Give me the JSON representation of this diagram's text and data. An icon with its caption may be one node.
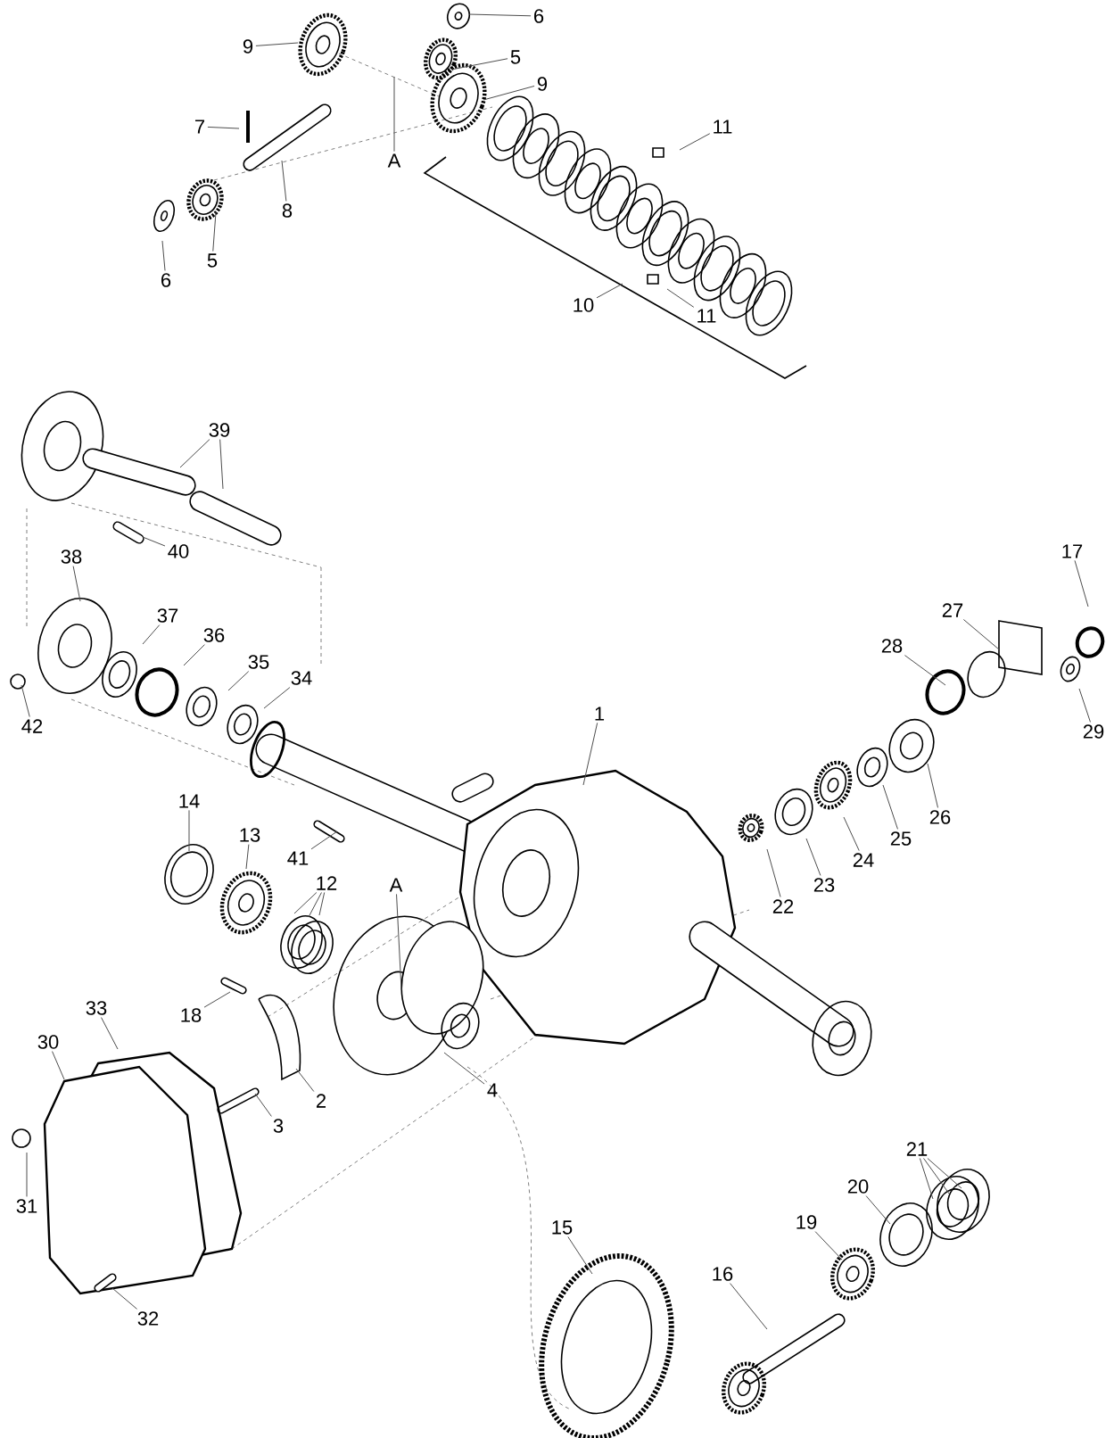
{
  "diagram": {
    "nodes": [
      {
        "text": [
          "9"
        ]
      },
      {
        "text": [
          "6"
        ]
      },
      {
        "text": [
          "5"
        ]
      },
      {
        "text": [
          "9"
        ]
      },
      {
        "text": [
          "7"
        ]
      },
      {
        "text": [
          "11"
        ]
      },
      {
        "text": [
          "A"
        ]
      },
      {
        "text": [
          "8"
        ]
      },
      {
        "text": [
          "5"
        ]
      },
      {
        "text": [
          "6"
        ]
      },
      {
        "text": [
          "11"
        ]
      },
      {
        "text": [
          "10"
        ]
      },
      {
        "text": [
          "39"
        ]
      },
      {
        "text": [
          "40"
        ]
      },
      {
        "text": [
          "17"
        ]
      },
      {
        "text": [
          "38"
        ]
      },
      {
        "text": [
          "27"
        ]
      },
      {
        "text": [
          "37"
        ]
      },
      {
        "text": [
          "36"
        ]
      },
      {
        "text": [
          "28"
        ]
      },
      {
        "text": [
          "35"
        ]
      },
      {
        "text": [
          "34"
        ]
      },
      {
        "text": [
          "1"
        ]
      },
      {
        "text": [
          "42"
        ]
      },
      {
        "text": [
          "29"
        ]
      },
      {
        "text": [
          "14"
        ]
      },
      {
        "text": [
          "26"
        ]
      },
      {
        "text": [
          "13"
        ]
      },
      {
        "text": [
          "25"
        ]
      },
      {
        "text": [
          "41"
        ]
      },
      {
        "text": [
          "24"
        ]
      },
      {
        "text": [
          "12"
        ]
      },
      {
        "text": [
          "23"
        ]
      },
      {
        "text": [
          "A"
        ]
      },
      {
        "text": [
          "22"
        ]
      },
      {
        "text": [
          "33"
        ]
      },
      {
        "text": [
          "18"
        ]
      },
      {
        "text": [
          "30"
        ]
      },
      {
        "text": [
          "4"
        ]
      },
      {
        "text": [
          "2"
        ]
      },
      {
        "text": [
          "3"
        ]
      },
      {
        "text": [
          "21"
        ]
      },
      {
        "text": [
          "20"
        ]
      },
      {
        "text": [
          "31"
        ]
      },
      {
        "text": [
          "19"
        ]
      },
      {
        "text": [
          "15"
        ]
      },
      {
        "text": [
          "16"
        ]
      },
      {
        "text": [
          "32"
        ]
      }
    ],
    "edges": [
      {
        "from": 0,
        "to": null,
        "arrow": "none"
      },
      {
        "from": 1,
        "to": null,
        "arrow": "none"
      },
      {
        "from": 2,
        "to": null,
        "arrow": "none"
      },
      {
        "from": 3,
        "to": null,
        "arrow": "none"
      },
      {
        "from": 4,
        "to": null,
        "arrow": "none"
      },
      {
        "from": 5,
        "to": null,
        "arrow": "none"
      },
      {
        "from": 6,
        "to": null,
        "arrow": "none"
      },
      {
        "from": 7,
        "to": null,
        "arrow": "none"
      },
      {
        "from": 8,
        "to": null,
        "arrow": "none"
      },
      {
        "from": 9,
        "to": null,
        "arrow": "none"
      },
      {
        "from": 10,
        "to": null,
        "arrow": "none"
      },
      {
        "from": 11,
        "to": null,
        "arrow": "none"
      },
      {
        "from": 12,
        "to": null,
        "arrow": "none"
      },
      {
        "from": 12,
        "to": null,
        "arrow": "none"
      },
      {
        "from": 13,
        "to": null,
        "arrow": "none"
      },
      {
        "from": 14,
        "to": null,
        "arrow": "none"
      },
      {
        "from": 15,
        "to": null,
        "arrow": "none"
      },
      {
        "from": 16,
        "to": null,
        "arrow": "none"
      },
      {
        "from": 17,
        "to": null,
        "arrow": "none"
      },
      {
        "from": 18,
        "to": null,
        "arrow": "none"
      },
      {
        "from": 19,
        "to": null,
        "arrow": "none"
      },
      {
        "from": 20,
        "to": null,
        "arrow": "none"
      },
      {
        "from": 21,
        "to": null,
        "arrow": "none"
      },
      {
        "from": 22,
        "to": null,
        "arrow": "none"
      },
      {
        "from": 23,
        "to": null,
        "arrow": "none"
      },
      {
        "from": 24,
        "to": null,
        "arrow": "none"
      },
      {
        "from": 25,
        "to": null,
        "arrow": "none"
      },
      {
        "from": 26,
        "to": null,
        "arrow": "none"
      },
      {
        "from": 27,
        "to": null,
        "arrow": "none"
      },
      {
        "from": 28,
        "to": null,
        "arrow": "none"
      },
      {
        "from": 29,
        "to": null,
        "arrow": "none"
      },
      {
        "from": 30,
        "to": null,
        "arrow": "none"
      },
      {
        "from": 31,
        "to": null,
        "arrow": "none"
      },
      {
        "from": 31,
        "to": null,
        "arrow": "none"
      },
      {
        "from": 31,
        "to": null,
        "arrow": "none"
      },
      {
        "from": 32,
        "to": null,
        "arrow": "none"
      },
      {
        "from": 33,
        "to": null,
        "arrow": "none"
      },
      {
        "from": 34,
        "to": null,
        "arrow": "none"
      },
      {
        "from": 35,
        "to": null,
        "arrow": "none"
      },
      {
        "from": 36,
        "to": null,
        "arrow": "none"
      },
      {
        "from": 37,
        "to": null,
        "arrow": "none"
      },
      {
        "from": 38,
        "to": null,
        "arrow": "none"
      },
      {
        "from": 39,
        "to": null,
        "arrow": "none"
      },
      {
        "from": 40,
        "to": null,
        "arrow": "none"
      },
      {
        "from": 41,
        "to": null,
        "arrow": "none"
      },
      {
        "from": 41,
        "to": null,
        "arrow": "none"
      },
      {
        "from": 41,
        "to": null,
        "arrow": "none"
      },
      {
        "from": 42,
        "to": null,
        "arrow": "none"
      },
      {
        "from": 43,
        "to": null,
        "arrow": "none"
      },
      {
        "from": 44,
        "to": null,
        "arrow": "none"
      },
      {
        "from": 45,
        "to": null,
        "arrow": "none"
      },
      {
        "from": 46,
        "to": null,
        "arrow": "none"
      },
      {
        "from": 47,
        "to": null,
        "arrow": "none"
      }
    ]
  }
}
